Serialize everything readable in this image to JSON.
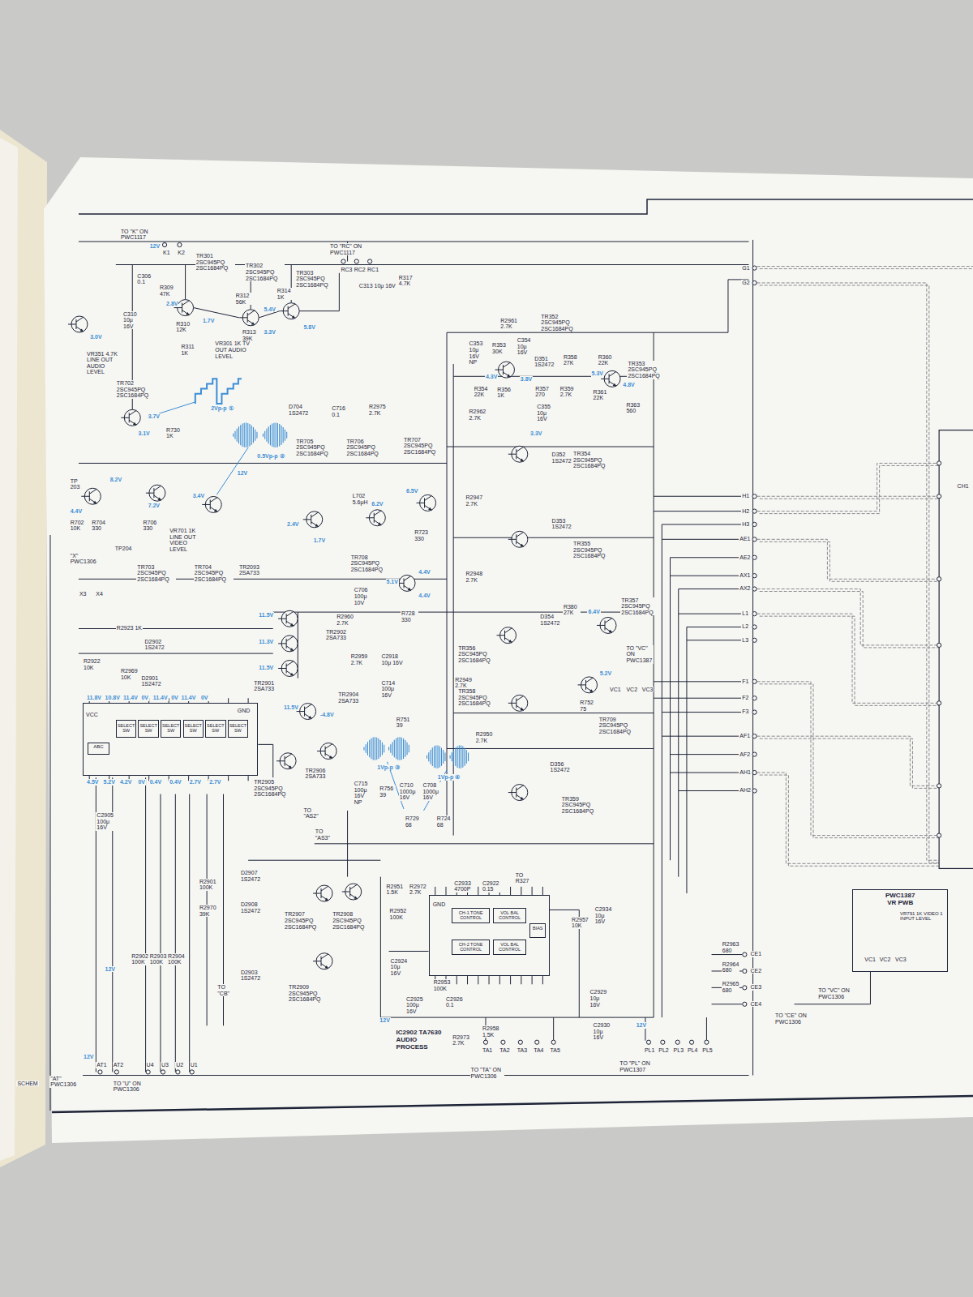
{
  "diagram": {
    "nodes": [
      {
        "text": [
          "VCC"
        ]
      },
      {
        "text": [
          "SELECT SW"
        ],
        "in": 0
      },
      {
        "text": [
          "SELECT SW"
        ],
        "in": 0
      },
      {
        "text": [
          "SELECT SW"
        ],
        "in": 0
      },
      {
        "text": [
          "SELECT SW"
        ],
        "in": 0
      },
      {
        "text": [
          "SELECT SW"
        ],
        "in": 0
      },
      {
        "text": [
          "SELECT SW"
        ],
        "in": 0
      },
      {
        "text": [
          "ABC"
        ],
        "in": 0
      },
      {
        "text": [
          "IC2902 TA7630 AUDIO PROCESS"
        ]
      },
      {
        "text": [
          "CH-1 TONE CONTROL"
        ],
        "in": 8
      },
      {
        "text": [
          "VOL BAL CONTROL"
        ],
        "in": 8
      },
      {
        "text": [
          "BIAS"
        ],
        "in": 8
      },
      {
        "text": [
          "CH-2 TONE CONTROL"
        ],
        "in": 8
      },
      {
        "text": [
          "VOL BAL CONTROL"
        ],
        "in": 8
      },
      {
        "text": [
          "PWC1387 VR PWB",
          "VR791 1K VIDEO 1 INPUT LEVEL"
        ]
      }
    ],
    "labels": [
      "TO \"K\" ON PWC1117",
      "K1",
      "K2",
      "12V",
      "TR301 2SC945PQ 2SC1684PQ",
      "TR302 2SC945PQ 2SC1684PQ",
      "TR303 2SC945PQ 2SC1684PQ",
      "TO \"RC\" ON PWC1117",
      "RC3",
      "RC2",
      "RC1",
      "C313 10μ 16V",
      "R317 4.7K",
      "C306 0.1",
      "C310 10μ 16V",
      "R309 47K",
      "R310 12K",
      "R311 1K",
      "VR301 1K TV OUT AUDIO LEVEL",
      "R312 56K",
      "R313 39K",
      "R314 1K",
      "2.8V",
      "1.7V",
      "5.4V",
      "3.3V",
      "5.8V",
      "3.0V",
      "VR351 4.7K LINE OUT AUDIO LEVEL",
      "TR702 2SC945PQ 2SC1684PQ",
      "3.7V",
      "3.1V",
      "R730 1K",
      "2Vp-p ①",
      "D704 1S2472",
      "C716 0.1",
      "R2975 2.7K",
      "0.5Vp-p ②",
      "TR705 2SC945PQ 2SC1684PQ",
      "TR706 2SC945PQ 2SC1684PQ",
      "TR707 2SC945PQ 2SC1684PQ",
      "TP 203",
      "8.2V",
      "7.2V",
      "4.4V",
      "R702 10K",
      "R704 330",
      "R706 330",
      "VR701 1K LINE OUT VIDEO LEVEL",
      "TP204",
      "\"X\" PWC1306",
      "X3",
      "X4",
      "TR703 2SC945PQ 2SC1684PQ",
      "TR704 2SC945PQ 2SC1684PQ",
      "TR2093 2SA733",
      "12V",
      "3.4V",
      "L702 5.6μH",
      "6.2V",
      "6.5V",
      "2.4V",
      "1.7V",
      "R723 330",
      "TR708 2SC945PQ 2SC1684PQ",
      "5.1V",
      "4.4V",
      "4.4V",
      "C706 100μ 10V",
      "R728 330",
      "TR352 2SC945PQ 2SC1684PQ",
      "R2961 2.7K",
      "C353 10μ 16V NP",
      "R353 30K",
      "C354 10μ 16V",
      "D351 1S2472",
      "R358 27K",
      "R360 22K",
      "TR353 2SC945PQ 2SC1684PQ",
      "4.3V",
      "3.8V",
      "5.3V",
      "4.8V",
      "R354 22K",
      "R356 1K",
      "R357 270",
      "R359 2.7K",
      "R361 22K",
      "R363 560",
      "R2962 2.7K",
      "C355 10μ 16V",
      "R2947 2.7K",
      "TR354 2SC945PQ 2SC1684PQ",
      "D352 1S2472",
      "3.3V",
      "TR355 2SC945PQ 2SC1684PQ",
      "D353 1S2472",
      "R2948 2.7K",
      "TR357 2SC945PQ 2SC1684PQ",
      "6.4V",
      "D354 1S2472",
      "R380 27K",
      "TR356 2SC945PQ 2SC1684PQ",
      "R2949 2.7K",
      "R2960 2.7K",
      "TR2902 2SA733",
      "R2959 2.7K",
      "C2918 10μ 16V",
      "C714 100μ 16V",
      "TO \"VC\" ON PWC1387",
      "VC1",
      "VC2",
      "VC3",
      "TR358 2SC945PQ 2SC1684PQ",
      "R752 75",
      "TR709 2SC945PQ 2SC1684PQ",
      "5.2V",
      "R2950 2.7K",
      "TR359 2SC945PQ 2SC1684PQ",
      "D356 1S2472",
      "R2923 1K",
      "R2922 10K",
      "R2969 10K",
      "D2902 1S2472",
      "D2901 1S2472",
      "11.5V",
      "11.3V",
      "11.5V",
      "TR2901 2SA733",
      "TR2904 2SA733",
      "11.5V",
      "-4.8V",
      "TR2906 2SA733",
      "TR2905 2SC945PQ 2SC1684PQ",
      "TO \"AS2\"",
      "TO \"AS3\"",
      "1Vp-p ③",
      "1Vp-p ④",
      "C715 100μ 16V NP",
      "R756 39",
      "C710 1000μ 16V",
      "C708 1000μ 16V",
      "R729 68",
      "R724 68",
      "R751 39",
      "TR2907 2SC945PQ 2SC1684PQ",
      "TR2908 2SC945PQ 2SC1684PQ",
      "TR2909 2SC945PQ 2SC1684PQ",
      "TO \"CB\"",
      "D2907 1S2472",
      "D2908 1S2472",
      "D2903 1S2472",
      "C2905 100μ 16V",
      "R2901 100K",
      "R2970 39K",
      "R2902 100K",
      "R2903 100K",
      "R2904 100K",
      "12V",
      "12V",
      "AT1",
      "AT2",
      "U4",
      "U3",
      "U2",
      "U1",
      "TO \"U\" ON PWC1306",
      "\"AT\" PWC1306",
      "R2951 1.5K",
      "R2972 2.7K",
      "R2952 100K",
      "C2924 10μ 16V",
      "C2925 100μ 16V",
      "C2926 0.1",
      "R2953 100K",
      "GND",
      "12V",
      "TO R327",
      "C2933 4700P",
      "C2922 0.15",
      "C2934 10μ 16V",
      "R2957 10K",
      "C2929 10μ 16V",
      "C2930 10μ 16V",
      "R2958 1.5K",
      "R2973 2.7K",
      "TA1",
      "TA2",
      "TA3",
      "TA4",
      "TA5",
      "TO \"TA\" ON PWC1306",
      "12V",
      "PL1",
      "PL2",
      "PL3",
      "PL4",
      "PL5",
      "TO \"PL\" ON PWC1307",
      "R2963 680",
      "R2964 680",
      "R2965 680",
      "CE1",
      "CE2",
      "CE3",
      "CE4",
      "TO \"CE\" ON PWC1306",
      "TO \"VC\" ON PWC1306",
      "G1",
      "G2",
      "H1",
      "H2",
      "H3",
      "AE1",
      "AE2",
      "AX1",
      "AX2",
      "L1",
      "L2",
      "L3",
      "F1",
      "F2",
      "F3",
      "AF1",
      "AF2",
      "AH1",
      "AH2",
      "CH1",
      "SCHEM",
      "11.8V",
      "10.8V",
      "11.4V",
      "0V",
      "11.4V",
      "0V",
      "11.4V",
      "0V",
      "4.5V",
      "5.2V",
      "4.2V",
      "0V",
      "0.4V",
      "0.4V",
      "2.7V",
      "2.7V",
      "GND",
      "VC1",
      "VC2",
      "VC3"
    ]
  }
}
